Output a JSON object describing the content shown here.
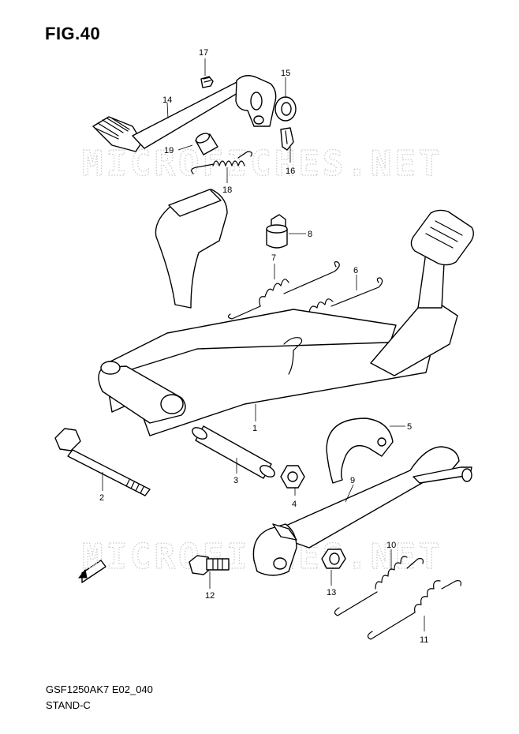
{
  "figure": {
    "title": "FIG.40",
    "model_code": "GSF1250AK7 E02_040",
    "section_name": "STAND-C"
  },
  "watermark": {
    "text": "MICROFICHES.NET"
  },
  "forward_marker": {
    "label": "FWD"
  },
  "callouts": [
    {
      "id": "c1",
      "label": "1"
    },
    {
      "id": "c2",
      "label": "2"
    },
    {
      "id": "c3",
      "label": "3"
    },
    {
      "id": "c4",
      "label": "4"
    },
    {
      "id": "c5",
      "label": "5"
    },
    {
      "id": "c6",
      "label": "6"
    },
    {
      "id": "c7",
      "label": "7"
    },
    {
      "id": "c8",
      "label": "8"
    },
    {
      "id": "c9",
      "label": "9"
    },
    {
      "id": "c10",
      "label": "10"
    },
    {
      "id": "c11",
      "label": "11"
    },
    {
      "id": "c12",
      "label": "12"
    },
    {
      "id": "c13",
      "label": "13"
    },
    {
      "id": "c14",
      "label": "14"
    },
    {
      "id": "c15",
      "label": "15"
    },
    {
      "id": "c16",
      "label": "16"
    },
    {
      "id": "c17",
      "label": "17"
    },
    {
      "id": "c18",
      "label": "18"
    },
    {
      "id": "c19",
      "label": "19"
    }
  ]
}
